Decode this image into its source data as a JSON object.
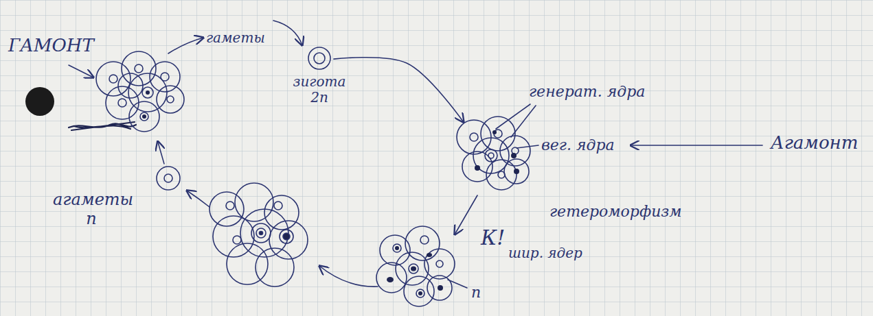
{
  "diagram": {
    "nodes": [
      {
        "text": [
          "ГАМОНТ"
        ]
      },
      {
        "text": [
          "зигота 2n"
        ]
      },
      {
        "text": [
          "генерат. ядра",
          "вег. ядра"
        ]
      },
      {
        "text": [
          "агаметы n"
        ]
      }
    ],
    "edges": [
      {
        "from": 1,
        "to": 2,
        "arrow": "to"
      },
      {
        "from": 3,
        "to": 0,
        "arrow": "to"
      }
    ],
    "labels": [
      "гаметы",
      "Агамонт",
      "гетероморфизм",
      "К!",
      "шир. ядер",
      "n"
    ]
  }
}
